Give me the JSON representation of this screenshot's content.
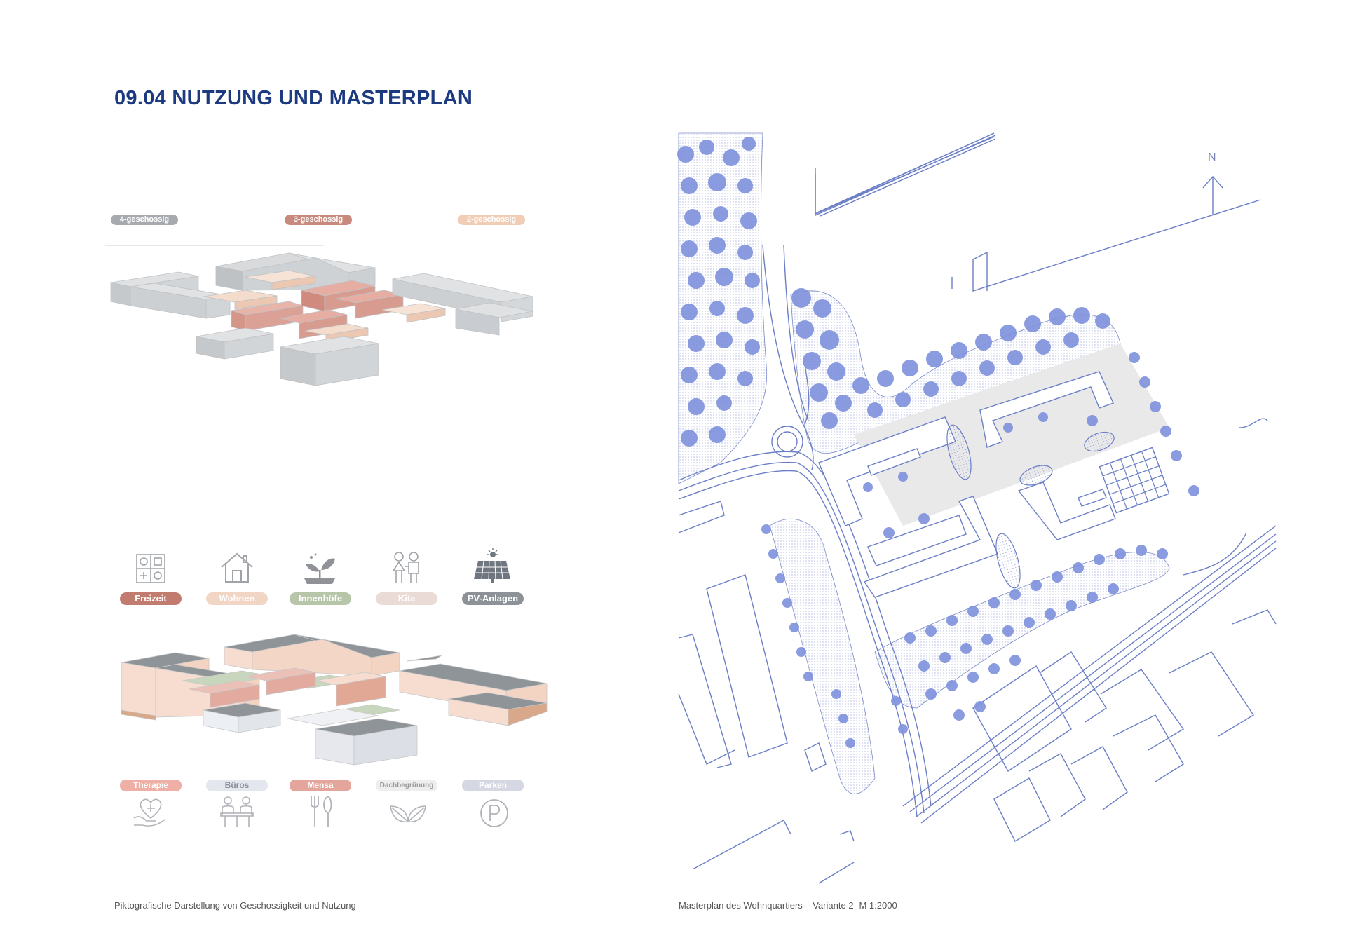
{
  "title": "09.04 NUTZUNG UND MASTERPLAN",
  "floors": [
    {
      "label": "4-geschossig",
      "color": "#a7abaf"
    },
    {
      "label": "3-geschossig",
      "color": "#c98a7e"
    },
    {
      "label": "2-geschossig",
      "color": "#f2cdb5"
    }
  ],
  "uses_top": [
    {
      "label": "Freizeit",
      "icon": "leisure-board-icon",
      "color": "#c27b6f"
    },
    {
      "label": "Wohnen",
      "icon": "house-icon",
      "color": "#f1d6c6"
    },
    {
      "label": "Innenhöfe",
      "icon": "plant-hand-icon",
      "color": "#b7c6a8"
    },
    {
      "label": "Kita",
      "icon": "children-icon",
      "color": "#eadbd6"
    },
    {
      "label": "PV-Anlagen",
      "icon": "solar-panel-icon",
      "color": "#8c9298"
    }
  ],
  "uses_bottom": [
    {
      "label": "Therapie",
      "icon": "heart-hand-icon",
      "color": "#eeb0a6"
    },
    {
      "label": "Büros",
      "icon": "meeting-icon",
      "color": "#e4e7ee"
    },
    {
      "label": "Mensa",
      "icon": "cutlery-icon",
      "color": "#e4a59c"
    },
    {
      "label": "Dachbegrünung",
      "icon": "leaves-icon",
      "color": "#eeeeee"
    },
    {
      "label": "Parken",
      "icon": "parking-icon",
      "color": "#d5d7e2"
    }
  ],
  "north_label": "N",
  "caption_left": "Piktografische Darstellung von Geschossigkeit und Nutzung",
  "caption_right": "Masterplan des Wohnquartiers – Variante 2- M 1:2000",
  "colors": {
    "title": "#1c3a80",
    "plan_line": "#6b7fc6",
    "tree": "#7e91dd"
  }
}
